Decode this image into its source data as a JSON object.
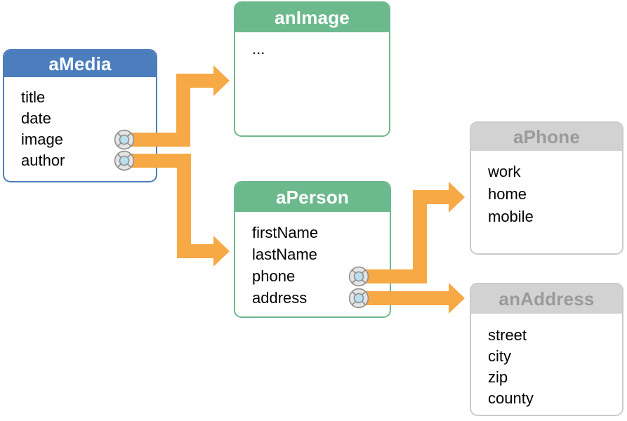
{
  "diagram": {
    "title": "object-relationship-diagram",
    "entities": [
      {
        "id": "aMedia",
        "title": "aMedia",
        "style": "blue",
        "fields": [
          {
            "name": "title",
            "connector": false
          },
          {
            "name": "date",
            "connector": false
          },
          {
            "name": "image",
            "connector": true
          },
          {
            "name": "author",
            "connector": true
          }
        ]
      },
      {
        "id": "anImage",
        "title": "anImage",
        "style": "green",
        "fields": [
          {
            "name": "...",
            "connector": false
          }
        ]
      },
      {
        "id": "aPerson",
        "title": "aPerson",
        "style": "green",
        "fields": [
          {
            "name": "firstName",
            "connector": false
          },
          {
            "name": "lastName",
            "connector": false
          },
          {
            "name": "phone",
            "connector": true
          },
          {
            "name": "address",
            "connector": true
          }
        ]
      },
      {
        "id": "aPhone",
        "title": "aPhone",
        "style": "gray",
        "fields": [
          {
            "name": "work",
            "connector": false
          },
          {
            "name": "home",
            "connector": false
          },
          {
            "name": "mobile",
            "connector": false
          }
        ]
      },
      {
        "id": "anAddress",
        "title": "anAddress",
        "style": "gray",
        "fields": [
          {
            "name": "street",
            "connector": false
          },
          {
            "name": "city",
            "connector": false
          },
          {
            "name": "zip",
            "connector": false
          },
          {
            "name": "county",
            "connector": false
          }
        ]
      }
    ],
    "relationships": [
      {
        "from": "aMedia.image",
        "to": "anImage"
      },
      {
        "from": "aMedia.author",
        "to": "aPerson"
      },
      {
        "from": "aPerson.phone",
        "to": "aPhone"
      },
      {
        "from": "aPerson.address",
        "to": "anAddress"
      }
    ],
    "colors": {
      "blue": "#4C7EBD",
      "green": "#6CB98D",
      "gray_bg": "#D2D2D2",
      "gray_text": "#9A9A9A",
      "gray_border": "#CBCBCB",
      "orange": "#F6A945",
      "icon_fill": "#E4E4E4",
      "icon_inner": "#BCDFEF",
      "icon_stroke": "#8E8E8E",
      "text": "#000000",
      "background": "#FFFFFF"
    }
  }
}
